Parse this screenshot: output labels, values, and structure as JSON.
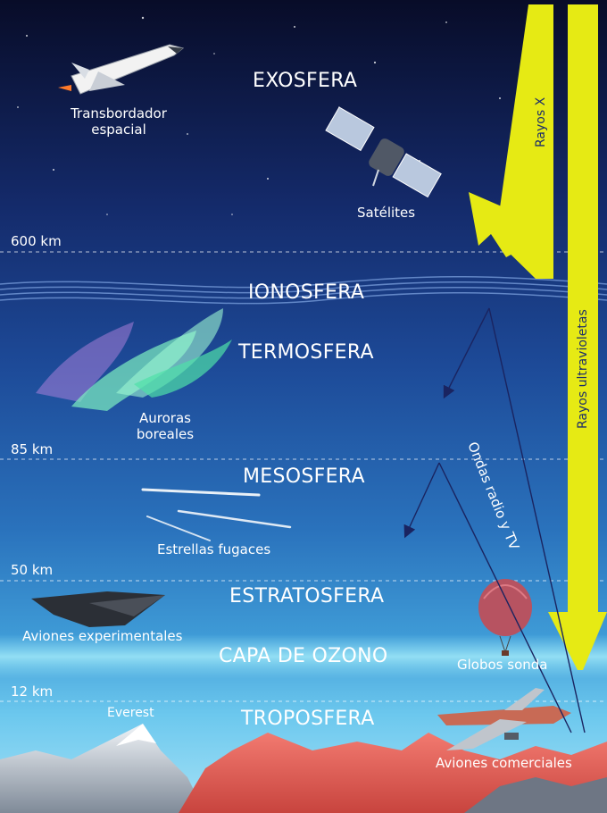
{
  "layers": {
    "exosfera": "EXOSFERA",
    "ionosfera": "IONOSFERA",
    "termosfera": "TERMOSFERA",
    "mesosfera": "MESOSFERA",
    "estratosfera": "ESTRATOSFERA",
    "ozono": "CAPA DE OZONO",
    "troposfera": "TROPOSFERA"
  },
  "altitudes": {
    "a600": "600 km",
    "a85": "85 km",
    "a50": "50 km",
    "a12": "12 km"
  },
  "objects": {
    "shuttle_line1": "Transbordador",
    "shuttle_line2": "espacial",
    "satellites": "Satélites",
    "auroras_line1": "Auroras",
    "auroras_line2": "boreales",
    "meteors": "Estrellas fugaces",
    "experimental_planes": "Aviones experimentales",
    "balloons": "Globos sonda",
    "everest": "Everest",
    "commercial_planes": "Aviones comerciales"
  },
  "radiation": {
    "xrays": "Rayos X",
    "uv": "Rayos ultravioletas",
    "radio": "Ondas radio y TV"
  },
  "colors": {
    "sky_top": "#0a0f2c",
    "sky_mid": "#1f4f9c",
    "sky_low": "#4fb8e6",
    "arrow_yellow": "#e8ec16",
    "mountain_red": "#e0605a",
    "aurora": "#4fe0a8"
  }
}
